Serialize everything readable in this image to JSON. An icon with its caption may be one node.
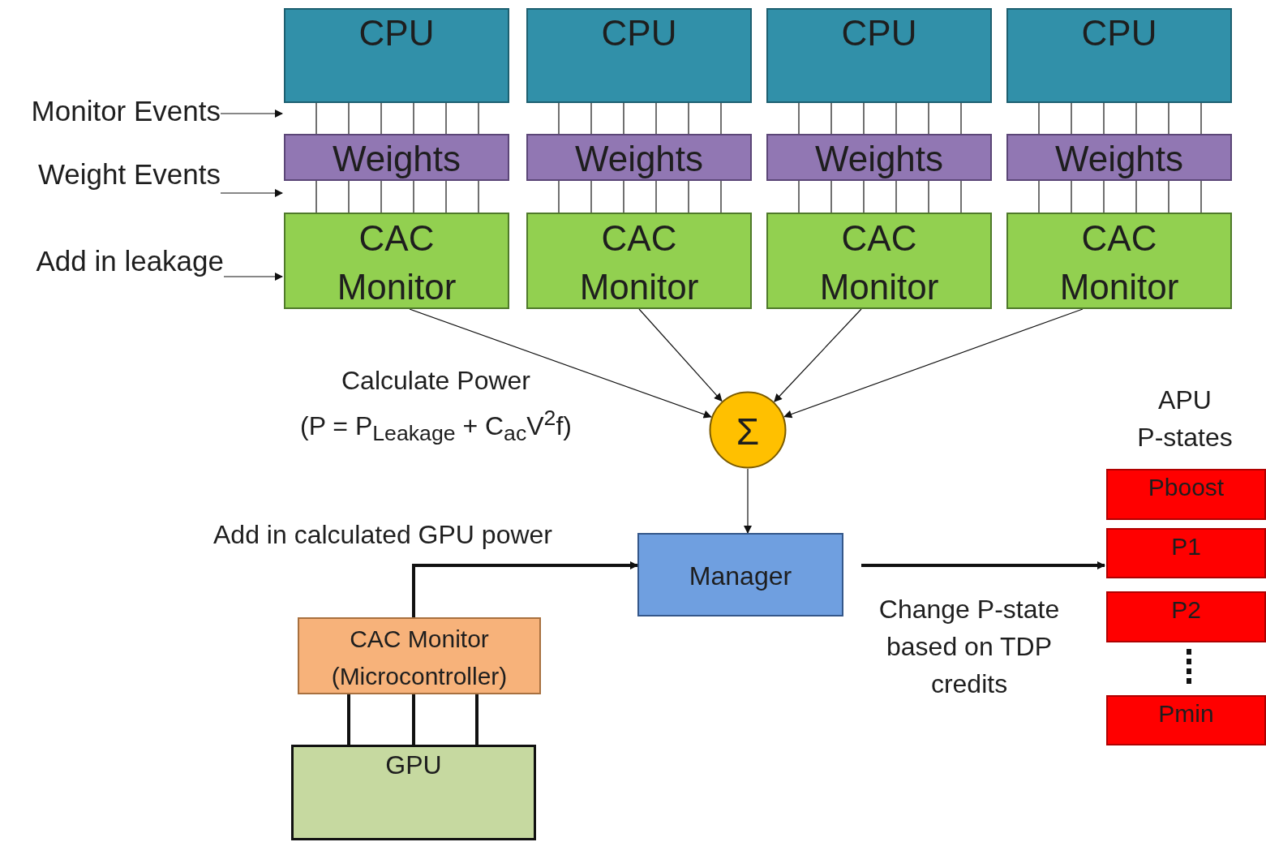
{
  "diagram": {
    "nodes": [
      {
        "text": [
          "CPU"
        ]
      },
      {
        "text": [
          "CPU"
        ]
      },
      {
        "text": [
          "CPU"
        ]
      },
      {
        "text": [
          "CPU"
        ]
      },
      {
        "text": [
          "Weights"
        ]
      },
      {
        "text": [
          "Weights"
        ]
      },
      {
        "text": [
          "Weights"
        ]
      },
      {
        "text": [
          "Weights"
        ]
      },
      {
        "text": [
          "CAC Monitor"
        ]
      },
      {
        "text": [
          "CAC Monitor"
        ]
      },
      {
        "text": [
          "CAC Monitor"
        ]
      },
      {
        "text": [
          "CAC Monitor"
        ]
      },
      {
        "text": [
          "Σ"
        ]
      },
      {
        "text": [
          "Manager"
        ]
      },
      {
        "text": [
          "CAC Monitor (Microcontroller)"
        ]
      },
      {
        "text": [
          "GPU"
        ]
      },
      {
        "text": [
          "Pboost"
        ]
      },
      {
        "text": [
          "P1"
        ]
      },
      {
        "text": [
          "P2"
        ]
      },
      {
        "text": [
          "Pmin"
        ]
      },
      {
        "text": [
          "Monitor Events"
        ]
      },
      {
        "text": [
          "Weight Events"
        ]
      },
      {
        "text": [
          "Add in leakage"
        ]
      }
    ],
    "edges": [
      {
        "from": 0,
        "to": 4,
        "arrow": "none"
      },
      {
        "from": 0,
        "to": 4,
        "arrow": "none"
      },
      {
        "from": 0,
        "to": 4,
        "arrow": "none"
      },
      {
        "from": 0,
        "to": 4,
        "arrow": "none"
      },
      {
        "from": 0,
        "to": 4,
        "arrow": "none"
      },
      {
        "from": 0,
        "to": 4,
        "arrow": "none"
      },
      {
        "from": 1,
        "to": 5,
        "arrow": "none"
      },
      {
        "from": 1,
        "to": 5,
        "arrow": "none"
      },
      {
        "from": 1,
        "to": 5,
        "arrow": "none"
      },
      {
        "from": 1,
        "to": 5,
        "arrow": "none"
      },
      {
        "from": 1,
        "to": 5,
        "arrow": "none"
      },
      {
        "from": 1,
        "to": 5,
        "arrow": "none"
      },
      {
        "from": 2,
        "to": 6,
        "arrow": "none"
      },
      {
        "from": 2,
        "to": 6,
        "arrow": "none"
      },
      {
        "from": 2,
        "to": 6,
        "arrow": "none"
      },
      {
        "from": 2,
        "to": 6,
        "arrow": "none"
      },
      {
        "from": 2,
        "to": 6,
        "arrow": "none"
      },
      {
        "from": 2,
        "to": 6,
        "arrow": "none"
      },
      {
        "from": 3,
        "to": 7,
        "arrow": "none"
      },
      {
        "from": 3,
        "to": 7,
        "arrow": "none"
      },
      {
        "from": 3,
        "to": 7,
        "arrow": "none"
      },
      {
        "from": 3,
        "to": 7,
        "arrow": "none"
      },
      {
        "from": 3,
        "to": 7,
        "arrow": "none"
      },
      {
        "from": 3,
        "to": 7,
        "arrow": "none"
      },
      {
        "from": 4,
        "to": 8,
        "arrow": "none"
      },
      {
        "from": 4,
        "to": 8,
        "arrow": "none"
      },
      {
        "from": 4,
        "to": 8,
        "arrow": "none"
      },
      {
        "from": 4,
        "to": 8,
        "arrow": "none"
      },
      {
        "from": 4,
        "to": 8,
        "arrow": "none"
      },
      {
        "from": 4,
        "to": 8,
        "arrow": "none"
      },
      {
        "from": 5,
        "to": 9,
        "arrow": "none"
      },
      {
        "from": 5,
        "to": 9,
        "arrow": "none"
      },
      {
        "from": 5,
        "to": 9,
        "arrow": "none"
      },
      {
        "from": 5,
        "to": 9,
        "arrow": "none"
      },
      {
        "from": 5,
        "to": 9,
        "arrow": "none"
      },
      {
        "from": 5,
        "to": 9,
        "arrow": "none"
      },
      {
        "from": 6,
        "to": 10,
        "arrow": "none"
      },
      {
        "from": 6,
        "to": 10,
        "arrow": "none"
      },
      {
        "from": 6,
        "to": 10,
        "arrow": "none"
      },
      {
        "from": 6,
        "to": 10,
        "arrow": "none"
      },
      {
        "from": 6,
        "to": 10,
        "arrow": "none"
      },
      {
        "from": 6,
        "to": 10,
        "arrow": "none"
      },
      {
        "from": 7,
        "to": 11,
        "arrow": "none"
      },
      {
        "from": 7,
        "to": 11,
        "arrow": "none"
      },
      {
        "from": 7,
        "to": 11,
        "arrow": "none"
      },
      {
        "from": 7,
        "to": 11,
        "arrow": "none"
      },
      {
        "from": 7,
        "to": 11,
        "arrow": "none"
      },
      {
        "from": 7,
        "to": 11,
        "arrow": "none"
      },
      {
        "from": 8,
        "to": 12,
        "arrow": "to"
      },
      {
        "from": 9,
        "to": 12,
        "arrow": "to"
      },
      {
        "from": 10,
        "to": 12,
        "arrow": "to"
      },
      {
        "from": 11,
        "to": 12,
        "arrow": "to"
      },
      {
        "from": 12,
        "to": 13,
        "arrow": "to"
      },
      {
        "from": 14,
        "to": 13,
        "arrow": "to",
        "label": "Add in calculated GPU power",
        "style": "thick"
      },
      {
        "from": 13,
        "to": 17,
        "arrow": "to",
        "label": "Change P-state based on TDP credits",
        "style": "thick"
      },
      {
        "from": 15,
        "to": 14,
        "arrow": "none",
        "style": "thick"
      },
      {
        "from": 15,
        "to": 14,
        "arrow": "none",
        "style": "thick"
      },
      {
        "from": 15,
        "to": 14,
        "arrow": "none",
        "style": "thick"
      },
      {
        "from": 20,
        "to": 0,
        "arrow": "to"
      },
      {
        "from": 21,
        "to": 4,
        "arrow": "to"
      },
      {
        "from": 22,
        "to": 8,
        "arrow": "to"
      }
    ],
    "labels": [
      "Calculate Power",
      "(P = P$_{Leakage}$ + C$_{ac}$V$^{2}$f)",
      "APU",
      "P-states"
    ]
  }
}
